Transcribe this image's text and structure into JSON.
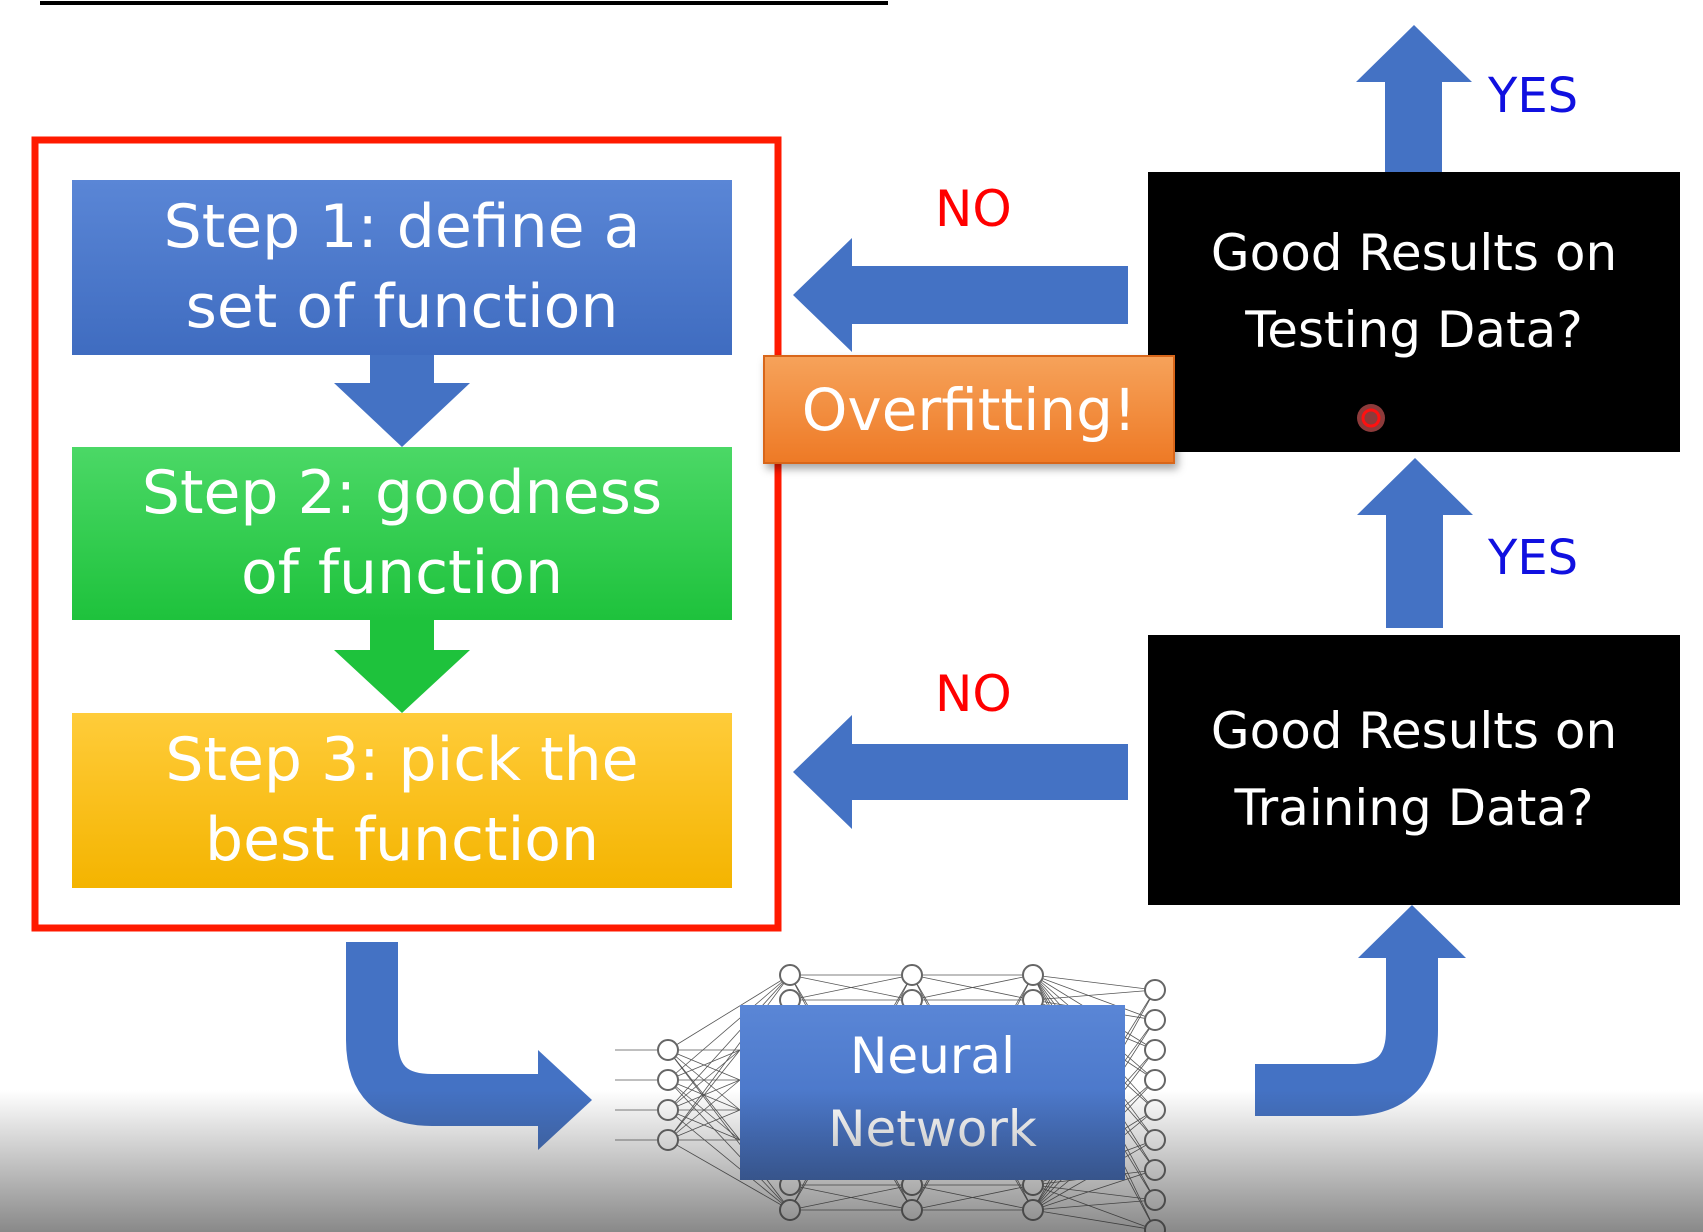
{
  "steps": [
    {
      "line1": "Step 1: define a",
      "line2": "set of function",
      "color": "#4472c4"
    },
    {
      "line1": "Step 2: goodness",
      "line2": "of function",
      "color": "#2ec84a"
    },
    {
      "line1": "Step 3: pick the",
      "line2": "best function",
      "color": "#f7bd00"
    }
  ],
  "testing_box": {
    "line1": "Good Results on",
    "line2": "Testing Data?"
  },
  "training_box": {
    "line1": "Good Results on",
    "line2": "Training Data?"
  },
  "overfitting_label": "Overfitting!",
  "no_label_top": "NO",
  "no_label_bottom": "NO",
  "yes_label_top": "YES",
  "yes_label_bottom": "YES",
  "neural_network": {
    "line1": "Neural",
    "line2": "Network"
  },
  "colors": {
    "arrow": "#4472c4",
    "frame": "#ff1a00",
    "no_text": "#ff0000",
    "yes_text": "#1010e0",
    "overfit": "#ee7d31"
  }
}
